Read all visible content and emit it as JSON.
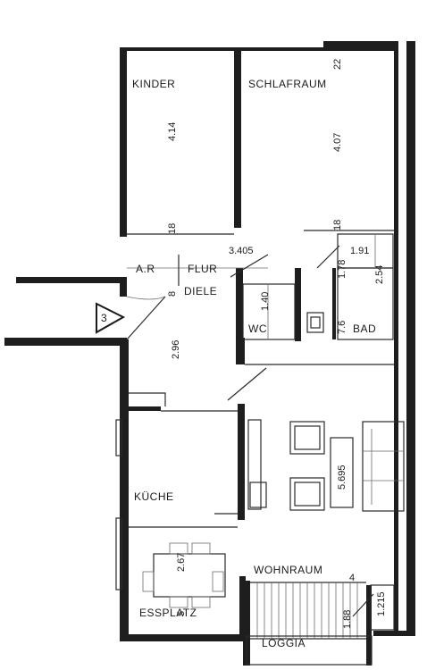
{
  "rooms": {
    "kinder": "KINDER",
    "schlafraum": "SCHLAFRAUM",
    "abstellraum": "A.R",
    "flur": "FLUR",
    "diele": "DIELE",
    "wc": "WC",
    "bad": "BAD",
    "kueche": "KÜCHE",
    "wohnraum": "WOHNRAUM",
    "essplatz": "ESSPLATZ",
    "loggia": "LOGGIA"
  },
  "entrance_marker": "3",
  "dimensions": {
    "kinder_length": "4.14",
    "kinder_bottom": "18",
    "schlafraum_length": "4.07",
    "schlafraum_top": "22",
    "schlafraum_bottom": "18",
    "flur_width": "3.405",
    "bad_width": "1.91",
    "bad_length": "2.54",
    "bad_depth": "1.78",
    "wc_length": "1.40",
    "bad_wall": "7.6",
    "diele_top": "8",
    "diele_length": "2.96",
    "wohnraum_length": "5.695",
    "essplatz_length": "2.67",
    "essplatz_small": "5",
    "loggia_depth": "1.88",
    "loggia_side": "1.215",
    "loggia_corner": "4"
  }
}
